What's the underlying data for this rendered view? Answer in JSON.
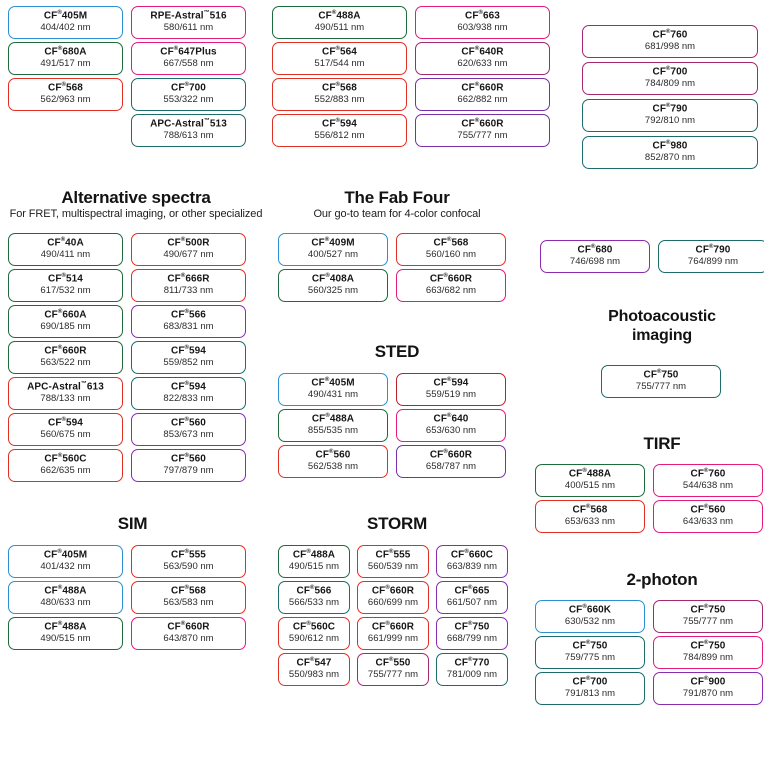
{
  "meta": {
    "tm_mark": "™",
    "cf_reg": "®"
  },
  "colors": {
    "blue": "#2b8fd4",
    "green": "#1f6b3d",
    "teal": "#1d6b6b",
    "red": "#e03024",
    "darkred": "#b8222a",
    "magenta": "#e6197c",
    "pink": "#e6197c",
    "purple": "#8a2bb0",
    "violet": "#7a2fa8",
    "plum": "#a5276f",
    "text": "#161616"
  },
  "sections": {
    "top_left": {
      "name": "Top left group",
      "cells": [
        {
          "dye": "CF",
          "tm": "®",
          "num": "405M",
          "spec": "404/402 nm",
          "color": "#2b8fd4",
          "col": 0,
          "row": 0
        },
        {
          "dye": "RPE-Astral",
          "tm": "™",
          "num": "516",
          "spec": "580/611 nm",
          "color": "#e6197c",
          "col": 1,
          "row": 0
        },
        {
          "dye": "CF",
          "tm": "®",
          "num": "680A",
          "spec": "491/517 nm",
          "color": "#1f6b3d",
          "col": 0,
          "row": 1
        },
        {
          "dye": "CF",
          "tm": "®",
          "num": "647Plus",
          "spec": "667/558 nm",
          "color": "#e6197c",
          "col": 1,
          "row": 1
        },
        {
          "dye": "CF",
          "tm": "®",
          "num": "568",
          "spec": "562/963 nm",
          "color": "#e03024",
          "col": 0,
          "row": 2
        },
        {
          "dye": "CF",
          "tm": "®",
          "num": "700",
          "spec": "553/322 nm",
          "color": "#1d6b6b",
          "col": 1,
          "row": 2
        },
        {
          "dye": "APC-Astral",
          "tm": "™",
          "num": "513",
          "spec": "788/613 nm",
          "color": "#1d6b6b",
          "col": 1,
          "row": 3
        }
      ]
    },
    "top_mid": {
      "name": "Top middle group",
      "cells": [
        {
          "dye": "CF",
          "tm": "®",
          "num": "488A",
          "spec": "490/511 nm",
          "color": "#1f6b3d",
          "col": 0,
          "row": 0
        },
        {
          "dye": "CF",
          "tm": "®",
          "num": "663",
          "spec": "603/938 nm",
          "color": "#e6197c",
          "col": 1,
          "row": 0
        },
        {
          "dye": "CF",
          "tm": "®",
          "num": "564",
          "spec": "517/544 nm",
          "color": "#e03024",
          "col": 0,
          "row": 1
        },
        {
          "dye": "CF",
          "tm": "®",
          "num": "640R",
          "spec": "620/633 nm",
          "color": "#a5276f",
          "col": 1,
          "row": 1
        },
        {
          "dye": "CF",
          "tm": "®",
          "num": "568",
          "spec": "552/883 nm",
          "color": "#e03024",
          "col": 0,
          "row": 2
        },
        {
          "dye": "CF",
          "tm": "®",
          "num": "660R",
          "spec": "662/882 nm",
          "color": "#7a2fa8",
          "col": 1,
          "row": 2
        },
        {
          "dye": "CF",
          "tm": "®",
          "num": "594",
          "spec": "556/812 nm",
          "color": "#e03024",
          "col": 0,
          "row": 3
        },
        {
          "dye": "CF",
          "tm": "®",
          "num": "660R",
          "spec": "755/777 nm",
          "color": "#7a2fa8",
          "col": 1,
          "row": 3
        }
      ]
    },
    "top_right": {
      "name": "Top right group",
      "cells": [
        {
          "dye": "CF",
          "tm": "®",
          "num": "760",
          "spec": "681/998 nm",
          "color": "#a5276f",
          "col": 0,
          "row": 0
        },
        {
          "dye": "CF",
          "tm": "®",
          "num": "700",
          "spec": "784/809 nm",
          "color": "#a5276f",
          "col": 0,
          "row": 1
        },
        {
          "dye": "CF",
          "tm": "®",
          "num": "790",
          "spec": "792/810 nm",
          "color": "#1d6b6b",
          "col": 0,
          "row": 2
        },
        {
          "dye": "CF",
          "tm": "®",
          "num": "980",
          "spec": "852/870 nm",
          "color": "#1d6b6b",
          "col": 0,
          "row": 3
        }
      ]
    },
    "alternative": {
      "title": "Alternative spectra",
      "subtitle": "For FRET, multispectral imaging, or other specialized",
      "cells": [
        {
          "dye": "CF",
          "tm": "®",
          "num": "40A",
          "spec": "490/411 nm",
          "color": "#1f6b3d",
          "col": 0,
          "row": 0
        },
        {
          "dye": "CF",
          "tm": "®",
          "num": "500R",
          "spec": "490/677 nm",
          "color": "#e03024",
          "col": 1,
          "row": 0
        },
        {
          "dye": "CF",
          "tm": "®",
          "num": "514",
          "spec": "617/532 nm",
          "color": "#1f6b3d",
          "col": 0,
          "row": 1
        },
        {
          "dye": "CF",
          "tm": "®",
          "num": "666R",
          "spec": "811/733 nm",
          "color": "#e03024",
          "col": 1,
          "row": 1
        },
        {
          "dye": "CF",
          "tm": "®",
          "num": "660A",
          "spec": "690/185 nm",
          "color": "#1f6b3d",
          "col": 0,
          "row": 2
        },
        {
          "dye": "CF",
          "tm": "®",
          "num": "566",
          "spec": "683/831 nm",
          "color": "#8a2bb0",
          "col": 1,
          "row": 2
        },
        {
          "dye": "CF",
          "tm": "®",
          "num": "660R",
          "spec": "563/522 nm",
          "color": "#1f6b3d",
          "col": 0,
          "row": 3
        },
        {
          "dye": "CF",
          "tm": "®",
          "num": "594",
          "spec": "559/852 nm",
          "color": "#1d6b6b",
          "col": 1,
          "row": 3
        },
        {
          "dye": "APC-Astral",
          "tm": "™",
          "num": "613",
          "spec": "788/133 nm",
          "color": "#e03024",
          "col": 0,
          "row": 4
        },
        {
          "dye": "CF",
          "tm": "®",
          "num": "594",
          "spec": "822/833 nm",
          "color": "#1d6b6b",
          "col": 1,
          "row": 4
        },
        {
          "dye": "CF",
          "tm": "®",
          "num": "594",
          "spec": "560/675 nm",
          "color": "#e03024",
          "col": 0,
          "row": 5
        },
        {
          "dye": "CF",
          "tm": "®",
          "num": "560",
          "spec": "853/673 nm",
          "color": "#8a2bb0",
          "col": 1,
          "row": 5
        },
        {
          "dye": "CF",
          "tm": "®",
          "num": "560C",
          "spec": "662/635 nm",
          "color": "#e03024",
          "col": 0,
          "row": 6
        },
        {
          "dye": "CF",
          "tm": "®",
          "num": "560",
          "spec": "797/879 nm",
          "color": "#8a2bb0",
          "col": 1,
          "row": 6
        }
      ]
    },
    "fab_four": {
      "title": "The Fab Four",
      "subtitle": "Our go-to team for 4-color confocal",
      "cells": [
        {
          "dye": "CF",
          "tm": "®",
          "num": "409M",
          "spec": "400/527 nm",
          "color": "#2b8fd4",
          "col": 0,
          "row": 0
        },
        {
          "dye": "CF",
          "tm": "®",
          "num": "568",
          "spec": "560/160 nm",
          "color": "#e03024",
          "col": 1,
          "row": 0
        },
        {
          "dye": "CF",
          "tm": "®",
          "num": "408A",
          "spec": "560/325 nm",
          "color": "#1f6b3d",
          "col": 0,
          "row": 1
        },
        {
          "dye": "CF",
          "tm": "®",
          "num": "660R",
          "spec": "663/682 nm",
          "color": "#e6197c",
          "col": 1,
          "row": 1
        }
      ]
    },
    "sted": {
      "title": "STED",
      "cells": [
        {
          "dye": "CF",
          "tm": "®",
          "num": "405M",
          "spec": "490/431 nm",
          "color": "#2b8fd4",
          "col": 0,
          "row": 0
        },
        {
          "dye": "CF",
          "tm": "®",
          "num": "594",
          "spec": "559/519 nm",
          "color": "#b8222a",
          "col": 1,
          "row": 0
        },
        {
          "dye": "CF",
          "tm": "®",
          "num": "488A",
          "spec": "855/535 nm",
          "color": "#1f6b3d",
          "col": 0,
          "row": 1
        },
        {
          "dye": "CF",
          "tm": "®",
          "num": "640",
          "spec": "653/630 nm",
          "color": "#e6197c",
          "col": 1,
          "row": 1
        },
        {
          "dye": "CF",
          "tm": "®",
          "num": "560",
          "spec": "562/538 nm",
          "color": "#e03024",
          "col": 0,
          "row": 2
        },
        {
          "dye": "CF",
          "tm": "®",
          "num": "660R",
          "spec": "658/787 nm",
          "color": "#7a2fa8",
          "col": 1,
          "row": 2
        }
      ]
    },
    "photoacoustic": {
      "title": "Photoacoustic imaging",
      "title_line1": "Photoacoustic",
      "title_line2": "imaging",
      "top_cells": [
        {
          "dye": "CF",
          "tm": "®",
          "num": "680",
          "spec": "746/698 nm",
          "color": "#8a2bb0",
          "col": 0,
          "row": 0
        },
        {
          "dye": "CF",
          "tm": "®",
          "num": "790",
          "spec": "764/899 nm",
          "color": "#1d6b6b",
          "col": 1,
          "row": 0
        }
      ],
      "cells": [
        {
          "dye": "CF",
          "tm": "®",
          "num": "750",
          "spec": "755/777 nm",
          "color": "#1d6b6b",
          "col": 0,
          "row": 0
        }
      ]
    },
    "tirf": {
      "title": "TIRF",
      "cells": [
        {
          "dye": "CF",
          "tm": "®",
          "num": "488A",
          "spec": "400/515 nm",
          "color": "#1f6b3d",
          "col": 0,
          "row": 0
        },
        {
          "dye": "CF",
          "tm": "®",
          "num": "760",
          "spec": "544/638 nm",
          "color": "#e6197c",
          "col": 1,
          "row": 0
        },
        {
          "dye": "CF",
          "tm": "®",
          "num": "568",
          "spec": "653/633 nm",
          "color": "#e03024",
          "col": 0,
          "row": 1
        },
        {
          "dye": "CF",
          "tm": "®",
          "num": "560",
          "spec": "643/633 nm",
          "color": "#e6197c",
          "col": 1,
          "row": 1
        }
      ]
    },
    "sim": {
      "title": "SIM",
      "cells": [
        {
          "dye": "CF",
          "tm": "®",
          "num": "405M",
          "spec": "401/432 nm",
          "color": "#2b8fd4",
          "col": 0,
          "row": 0
        },
        {
          "dye": "CF",
          "tm": "®",
          "num": "555",
          "spec": "563/590 nm",
          "color": "#e03024",
          "col": 1,
          "row": 0
        },
        {
          "dye": "CF",
          "tm": "®",
          "num": "488A",
          "spec": "480/633 nm",
          "color": "#2b8fd4",
          "col": 0,
          "row": 1
        },
        {
          "dye": "CF",
          "tm": "®",
          "num": "568",
          "spec": "563/583 nm",
          "color": "#e03024",
          "col": 1,
          "row": 1
        },
        {
          "dye": "CF",
          "tm": "®",
          "num": "488A",
          "spec": "490/515 nm",
          "color": "#1f6b3d",
          "col": 0,
          "row": 2
        },
        {
          "dye": "CF",
          "tm": "®",
          "num": "660R",
          "spec": "643/870 nm",
          "color": "#e6197c",
          "col": 1,
          "row": 2
        }
      ]
    },
    "storm": {
      "title": "STORM",
      "cells": [
        {
          "dye": "CF",
          "tm": "®",
          "num": "488A",
          "spec": "490/515 nm",
          "color": "#1f6b3d",
          "col": 0,
          "row": 0
        },
        {
          "dye": "CF",
          "tm": "®",
          "num": "555",
          "spec": "560/539 nm",
          "color": "#e03024",
          "col": 1,
          "row": 0
        },
        {
          "dye": "CF",
          "tm": "®",
          "num": "660C",
          "spec": "663/839 nm",
          "color": "#8a2bb0",
          "col": 2,
          "row": 0
        },
        {
          "dye": "CF",
          "tm": "®",
          "num": "566",
          "spec": "566/533 nm",
          "color": "#1d6b6b",
          "col": 0,
          "row": 1
        },
        {
          "dye": "CF",
          "tm": "®",
          "num": "660R",
          "spec": "660/699 nm",
          "color": "#e03024",
          "col": 1,
          "row": 1
        },
        {
          "dye": "CF",
          "tm": "®",
          "num": "665",
          "spec": "661/507 nm",
          "color": "#8a2bb0",
          "col": 2,
          "row": 1
        },
        {
          "dye": "CF",
          "tm": "®",
          "num": "560C",
          "spec": "590/612 nm",
          "color": "#e03024",
          "col": 0,
          "row": 2
        },
        {
          "dye": "CF",
          "tm": "®",
          "num": "660R",
          "spec": "661/999 nm",
          "color": "#e03024",
          "col": 1,
          "row": 2
        },
        {
          "dye": "CF",
          "tm": "®",
          "num": "750",
          "spec": "668/799 nm",
          "color": "#8a2bb0",
          "col": 2,
          "row": 2
        },
        {
          "dye": "CF",
          "tm": "®",
          "num": "547",
          "spec": "550/983 nm",
          "color": "#e03024",
          "col": 0,
          "row": 3
        },
        {
          "dye": "CF",
          "tm": "®",
          "num": "550",
          "spec": "755/777 nm",
          "color": "#a5276f",
          "col": 1,
          "row": 3
        },
        {
          "dye": "CF",
          "tm": "®",
          "num": "770",
          "spec": "781/009 nm",
          "color": "#1d6b6b",
          "col": 2,
          "row": 3
        }
      ]
    },
    "two_photon": {
      "title": "2-photon",
      "cells": [
        {
          "dye": "CF",
          "tm": "®",
          "num": "660K",
          "spec": "630/532 nm",
          "color": "#2b8fd4",
          "col": 0,
          "row": 0
        },
        {
          "dye": "CF",
          "tm": "®",
          "num": "750",
          "spec": "755/777 nm",
          "color": "#a5276f",
          "col": 1,
          "row": 0
        },
        {
          "dye": "CF",
          "tm": "®",
          "num": "750",
          "spec": "759/775 nm",
          "color": "#1d6b6b",
          "col": 0,
          "row": 1
        },
        {
          "dye": "CF",
          "tm": "®",
          "num": "750",
          "spec": "784/899 nm",
          "color": "#e6197c",
          "col": 1,
          "row": 1
        },
        {
          "dye": "CF",
          "tm": "®",
          "num": "700",
          "spec": "791/813 nm",
          "color": "#1d6b6b",
          "col": 0,
          "row": 2
        },
        {
          "dye": "CF",
          "tm": "®",
          "num": "900",
          "spec": "791/870 nm",
          "color": "#8a2bb0",
          "col": 1,
          "row": 2
        }
      ]
    }
  }
}
